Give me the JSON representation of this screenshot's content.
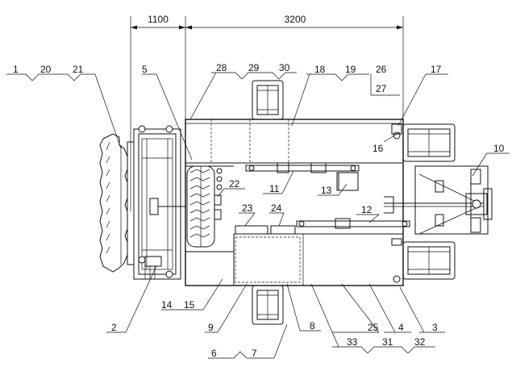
{
  "dimensions": [
    {
      "id": "dim-1100",
      "label": "1100"
    },
    {
      "id": "dim-3200",
      "label": "3200"
    }
  ],
  "callouts": [
    "1",
    "2",
    "3",
    "4",
    "5",
    "6",
    "7",
    "8",
    "9",
    "10",
    "11",
    "12",
    "13",
    "14",
    "15",
    "16",
    "17",
    "18",
    "19",
    "20",
    "21",
    "22",
    "23",
    "24",
    "25",
    "26",
    "27",
    "28",
    "29",
    "30",
    "31",
    "32",
    "33"
  ]
}
